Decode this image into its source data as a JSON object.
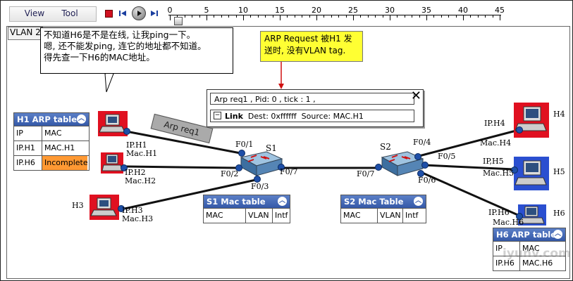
{
  "toolbar": {
    "view_label": "View",
    "tool_label": "Tool",
    "timeline_ticks": [
      "0",
      "5",
      "10",
      "15",
      "20",
      "25",
      "30",
      "35",
      "40",
      "45"
    ],
    "timeline_position": 0
  },
  "vlan_label": "VLAN 2",
  "bubble_lines": [
    "不知道H6是不是在线, 让我ping一下。",
    "嗯, 还不能发ping, 连它的地址都不知道。",
    "得先查一下H6的MAC地址。"
  ],
  "note_lines": [
    "ARP Request 被H1 发",
    "送时, 没有VLAN tag."
  ],
  "arp_popup": {
    "row1": "Arp req1 , Pid: 0 , tick : 1 ,",
    "row2_bold": "Link",
    "row2_rest": "  Dest: 0xffffff  Source: MAC.H1",
    "close": "✕",
    "collapse": "−"
  },
  "packet_label": "Arp req1",
  "h1_table": {
    "title": "H1 ARP table",
    "rows": [
      [
        "IP",
        "MAC"
      ],
      [
        "IP.H1",
        "MAC.H1"
      ],
      [
        "IP.H6",
        "Incomplete"
      ]
    ]
  },
  "s1_table": {
    "title": "S1 Mac table",
    "headers": [
      "MAC",
      "VLAN",
      "Intf"
    ]
  },
  "s2_table": {
    "title": "S2 Mac Table",
    "headers": [
      "MAC",
      "VLAN",
      "Intf"
    ]
  },
  "h6_table": {
    "title": "H6 ARP table",
    "rows": [
      [
        "IP",
        "MAC"
      ],
      [
        "IP.H6",
        "MAC.H6"
      ]
    ]
  },
  "switches": {
    "s1": "S1",
    "s2": "S2"
  },
  "ports": {
    "s1_f01": "F0/1",
    "s1_f02": "F0/2",
    "s1_f03": "F0/3",
    "s1_f07": "F0/7",
    "s2_f04": "F0/4",
    "s2_f05": "F0/5",
    "s2_f06": "F0/6",
    "s2_f07": "F0/7"
  },
  "hosts": {
    "h1": {
      "ip": "IP.H1",
      "mac": "Mac.H1"
    },
    "h2": {
      "ip": "IP.H2",
      "mac": "Mac.H2"
    },
    "h3": {
      "name": "H3",
      "ip": "IP.H3",
      "mac": "Mac.H3"
    },
    "h4": {
      "name": "H4",
      "ip": "IP.H4",
      "mac": "Mac.H4"
    },
    "h5": {
      "name": "H5",
      "ip": "IP,H5",
      "mac": "Mac.H5"
    },
    "h6": {
      "name": "H6",
      "ip": "IP.H6",
      "mac": "Mac.H6"
    }
  },
  "watermark": "iyunv.com",
  "colors": {
    "header_blue": "#3559a8",
    "incomplete": "#ff9933",
    "note": "#ffff33",
    "host_bg": "#e01020",
    "port": "#1e4fa8"
  }
}
